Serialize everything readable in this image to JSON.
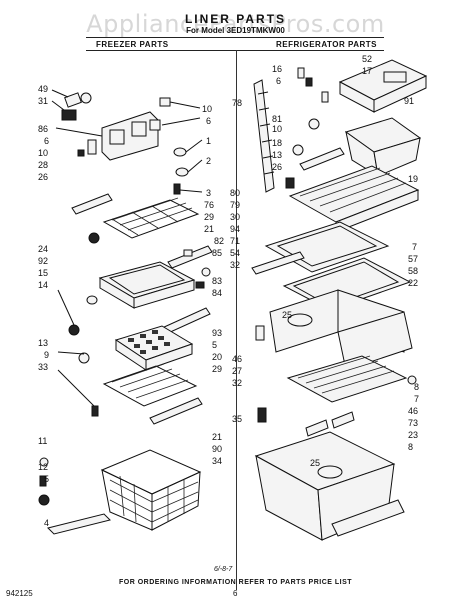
{
  "watermark": "AppliancePartsPros.com",
  "title": "LINER PARTS",
  "subtitle": "For Model 3ED19TMKW00",
  "sections": {
    "freezer": "FREEZER PARTS",
    "refrigerator": "REFRIGERATOR PARTS"
  },
  "callouts": {
    "left": [
      "49",
      "31",
      "86",
      "6",
      "10",
      "28",
      "26",
      "24",
      "92",
      "15",
      "14",
      "13",
      "9",
      "33",
      "11",
      "12",
      "5",
      "4"
    ],
    "middle_freezer": [
      "10",
      "6",
      "1",
      "2",
      "3",
      "76",
      "29",
      "21",
      "82",
      "85",
      "83",
      "84",
      "93",
      "5",
      "20",
      "29",
      "21",
      "90",
      "34"
    ],
    "middle_fridge": [
      "78",
      "81",
      "10",
      "80",
      "79",
      "30",
      "94",
      "71",
      "54",
      "32",
      "46",
      "27",
      "32",
      "35"
    ],
    "fridge_top": [
      "16",
      "6",
      "52",
      "17",
      "91",
      "18",
      "13",
      "26",
      "19"
    ],
    "fridge_right": [
      "7",
      "57",
      "58",
      "22",
      "25",
      "8",
      "7",
      "46",
      "73",
      "23",
      "8",
      "25"
    ]
  },
  "footer": {
    "ordering": "FOR ORDERING INFORMATION REFER TO PARTS PRICE LIST",
    "code": "942125",
    "page": "6",
    "mark": "6/-8-7"
  }
}
